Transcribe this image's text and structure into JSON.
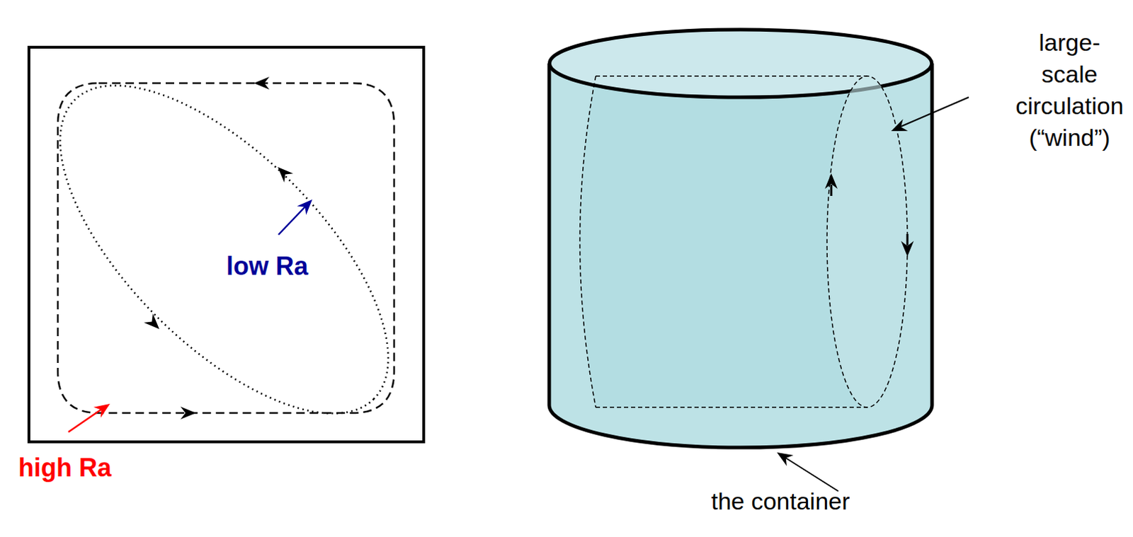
{
  "diagram": {
    "labels": [
      "low Ra",
      "high Ra",
      "large- scale circulation (“wind”)",
      "the container"
    ]
  }
}
